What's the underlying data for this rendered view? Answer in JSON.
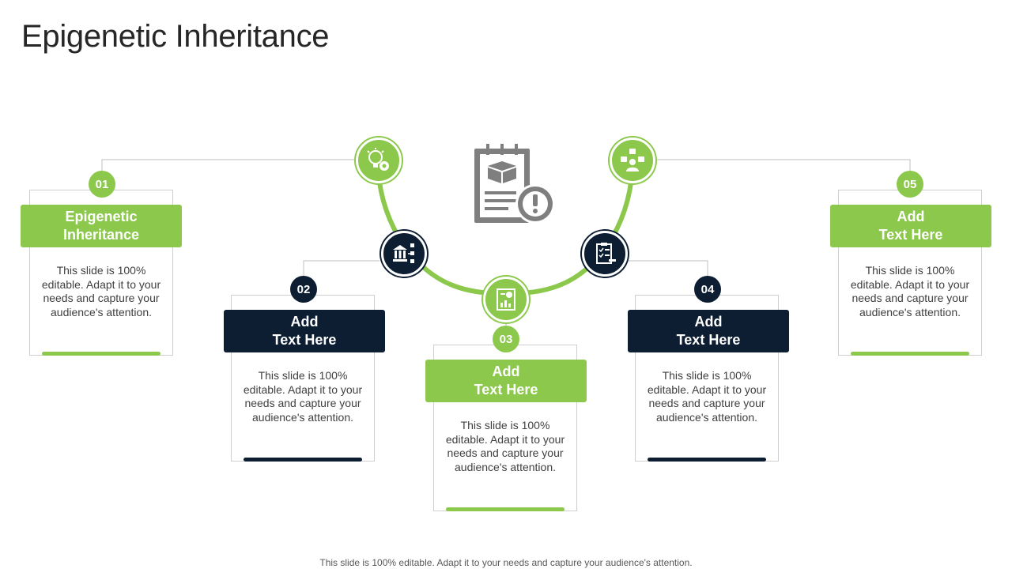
{
  "slide": {
    "title": "Epigenetic Inheritance",
    "footer": "This slide is 100% editable. Adapt it to your needs and capture your audience's attention."
  },
  "colors": {
    "green": "#8cc84b",
    "navy": "#0d1e33",
    "icon_gray": "#7f7f7f"
  },
  "center_icon": "clipboard-box-alert-icon",
  "items": [
    {
      "number": "01",
      "heading": "Epigenetic\nInheritance",
      "text": "This slide is 100% editable. Adapt it to your needs and capture your audience's attention.",
      "icon": "lightbulb-gear-icon",
      "theme": "green"
    },
    {
      "number": "02",
      "heading": "Add\nText Here",
      "text": "This slide is 100% editable. Adapt it to your needs and capture your audience's attention.",
      "icon": "bank-flowchart-icon",
      "theme": "navy"
    },
    {
      "number": "03",
      "heading": "Add\nText Here",
      "text": "This slide is 100% editable. Adapt it to your needs and capture your audience's attention.",
      "icon": "report-chart-icon",
      "theme": "green"
    },
    {
      "number": "04",
      "heading": "Add\nText Here",
      "text": "This slide is 100% editable. Adapt it to your needs and capture your audience's attention.",
      "icon": "checklist-icon",
      "theme": "navy"
    },
    {
      "number": "05",
      "heading": "Add\nText Here",
      "text": "This slide is 100% editable. Adapt it to your needs and capture your audience's attention.",
      "icon": "user-network-icon",
      "theme": "green"
    }
  ]
}
